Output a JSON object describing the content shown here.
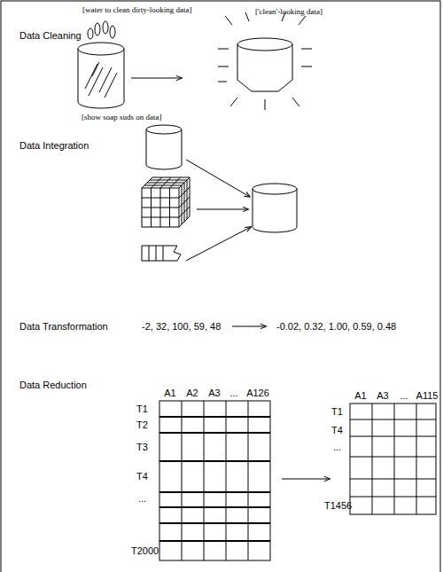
{
  "diagram": {
    "labels": [
      "Data Cleaning",
      "[water to clean dirty-looking data]",
      "['clean'-looking data]",
      "[show soap suds on data]",
      "Data Integration",
      "Data Transformation",
      "-2, 32, 100, 59, 48",
      "-0.02, 0.32, 1.00, 0.59, 0.48",
      "Data Reduction",
      "A1",
      "A2",
      "A3",
      "...",
      "A126",
      "T1",
      "T2",
      "T3",
      "T4",
      "...",
      "T2000",
      "A1",
      "A3",
      "...",
      "A115",
      "T1",
      "T4",
      "...",
      "T1456"
    ]
  }
}
